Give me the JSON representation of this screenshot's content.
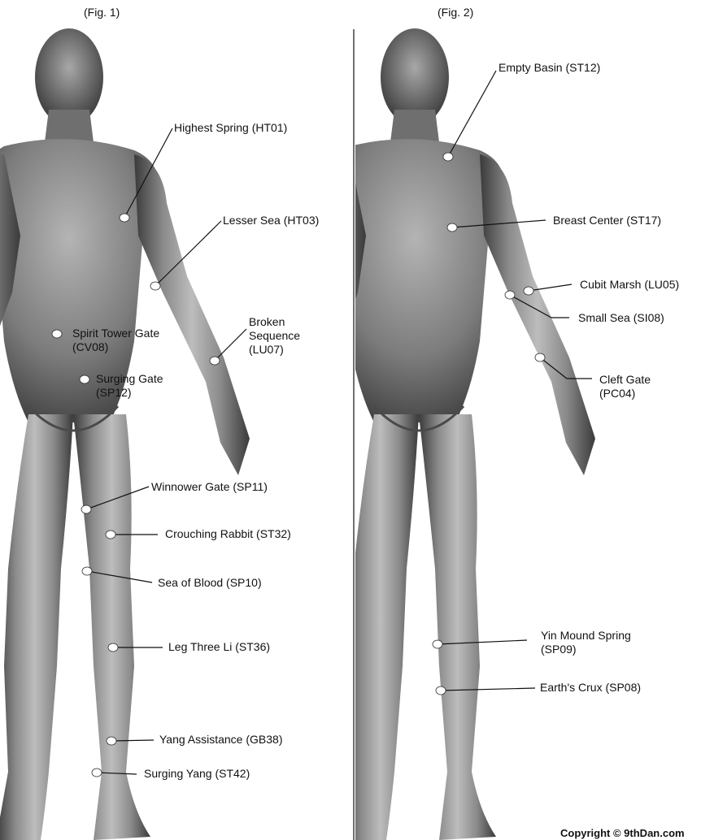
{
  "figures": [
    {
      "title": "(Fig. 1)",
      "points": [
        {
          "name": "Highest Spring",
          "code": "HT01",
          "lines": [
            "Highest Spring (HT01)"
          ]
        },
        {
          "name": "Lesser Sea",
          "code": "HT03",
          "lines": [
            "Lesser Sea (HT03)"
          ]
        },
        {
          "name": "Spirit Tower Gate",
          "code": "CV08",
          "lines": [
            "Spirit Tower Gate",
            "(CV08)"
          ]
        },
        {
          "name": "Broken Sequence",
          "code": "LU07",
          "lines": [
            "Broken",
            "Sequence",
            "(LU07)"
          ]
        },
        {
          "name": "Surging Gate",
          "code": "SP12",
          "lines": [
            "Surging Gate",
            "(SP12)"
          ]
        },
        {
          "name": "Winnower Gate",
          "code": "SP11",
          "lines": [
            "Winnower Gate (SP11)"
          ]
        },
        {
          "name": "Crouching Rabbit",
          "code": "ST32",
          "lines": [
            "Crouching Rabbit (ST32)"
          ]
        },
        {
          "name": "Sea of Blood",
          "code": "SP10",
          "lines": [
            "Sea of Blood (SP10)"
          ]
        },
        {
          "name": "Leg Three Li",
          "code": "ST36",
          "lines": [
            "Leg Three Li (ST36)"
          ]
        },
        {
          "name": "Yang Assistance",
          "code": "GB38",
          "lines": [
            "Yang Assistance (GB38)"
          ]
        },
        {
          "name": "Surging Yang",
          "code": "ST42",
          "lines": [
            "Surging Yang (ST42)"
          ]
        }
      ]
    },
    {
      "title": "(Fig. 2)",
      "points": [
        {
          "name": "Empty Basin",
          "code": "ST12",
          "lines": [
            "Empty Basin (ST12)"
          ]
        },
        {
          "name": "Breast Center",
          "code": "ST17",
          "lines": [
            "Breast Center (ST17)"
          ]
        },
        {
          "name": "Cubit Marsh",
          "code": "LU05",
          "lines": [
            "Cubit Marsh (LU05)"
          ]
        },
        {
          "name": "Small Sea",
          "code": "SI08",
          "lines": [
            "Small Sea (SI08)"
          ]
        },
        {
          "name": "Cleft Gate",
          "code": "PC04",
          "lines": [
            "Cleft Gate",
            "(PC04)"
          ]
        },
        {
          "name": "Yin Mound Spring",
          "code": "SP09",
          "lines": [
            "Yin Mound Spring",
            "(SP09)"
          ]
        },
        {
          "name": "Earth's Crux",
          "code": "SP08",
          "lines": [
            "Earth's Crux (SP08)"
          ]
        }
      ]
    }
  ],
  "copyright": "Copyright © 9thDan.com",
  "colors": {
    "background": "#ffffff",
    "body_light": "#bdbdbd",
    "body_mid": "#8a8a8a",
    "body_dark": "#3a3a3a",
    "leader_line": "#111111",
    "marker": "#ffffff"
  }
}
